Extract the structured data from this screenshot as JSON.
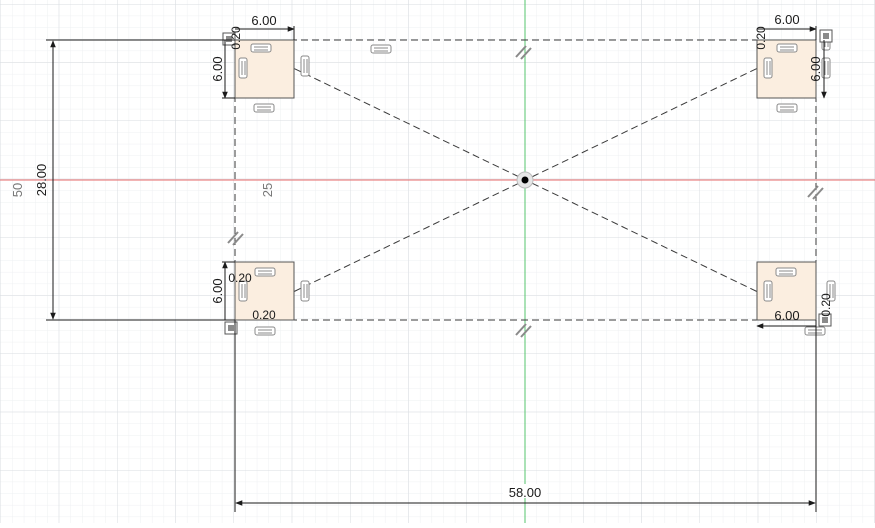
{
  "colors": {
    "background": "#ffffff",
    "grid_minor": "#eef0f2",
    "grid_major": "#d9dde1",
    "axis_x": "#e46a6a",
    "axis_y": "#56c46d",
    "sketch_line": "#3a3a3a",
    "dimension_line": "#1a1a1a",
    "pad_fill": "#fbeee0",
    "pad_stroke": "#555555",
    "constraint_glyph": "#8a8a8a",
    "origin_point": "#000000"
  },
  "dimensions": {
    "overall_width": "58.00",
    "overall_height": "28.00",
    "driven_height": "50",
    "driven_half_width": "25",
    "pad_tl_width": "6.00",
    "pad_tl_height": "6.00",
    "pad_tl_offset": "0.20",
    "pad_tr_width": "6.00",
    "pad_tr_height": "6.00",
    "pad_tr_offset": "0.20",
    "pad_bl_height": "6.00",
    "pad_bl_offset_y": "0.20",
    "pad_bl_offset_x": "0.20",
    "pad_br_width": "6.00",
    "pad_br_offset": "0.20"
  },
  "constraint_icons": {
    "horizontal": "horizontal-constraint-icon",
    "vertical": "vertical-constraint-icon",
    "parallel": "parallel-constraint-icon",
    "coincident": "coincident-constraint-icon"
  }
}
